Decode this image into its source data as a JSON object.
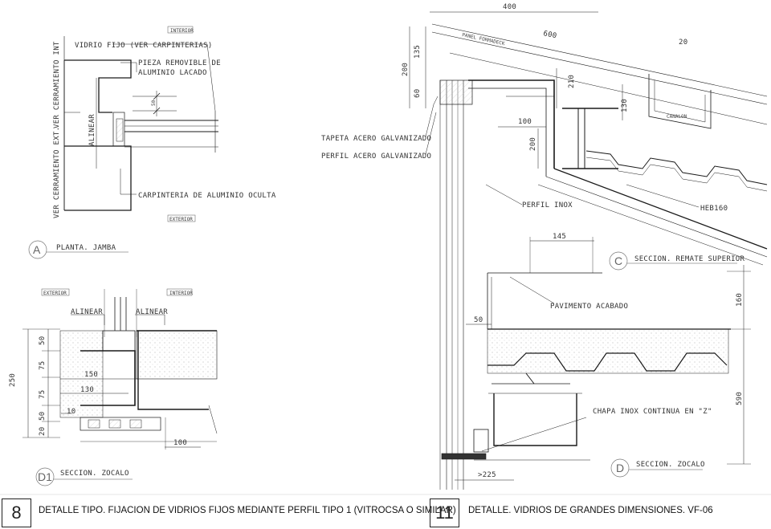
{
  "colors": {
    "line": "#1a1a1a",
    "thin": "#555555",
    "hatch": "#888888"
  },
  "left": {
    "tags": {
      "interior_top": "INTERIOR",
      "exterior_a": "EXTERIOR",
      "exterior_d1": "EXTERIOR",
      "interior_d1": "INTERIOR"
    },
    "labels": {
      "vidrio_fijo": "VIDRIO FIJO (VER CARPINTERIAS)",
      "pieza_1": "PIEZA REMOVIBLE DE",
      "pieza_2": "ALUMINIO LACADO",
      "carpinteria": "CARPINTERIA DE ALUMINIO OCULTA",
      "ver_int": "VER CERRAMIENTO INT",
      "ver_ext": "VER CERRAMIENTO EXT.",
      "alinear_v": "ALINEAR",
      "alinear_1": "ALINEAR",
      "alinear_2": "ALINEAR"
    },
    "dims": {
      "d50a": "50",
      "d250": "250",
      "d50b": "50",
      "d75a": "75",
      "d75b": "75",
      "d50c": "50",
      "d20": "20",
      "d10": "10",
      "d150": "150",
      "d130": "130",
      "d100": "100"
    },
    "callouts": {
      "a_letter": "A",
      "a_title": "PLANTA. JAMBA",
      "d1_letter": "D1",
      "d1_title": "SECCION. ZOCALO"
    }
  },
  "right": {
    "dims": {
      "d400": "400",
      "d600": "600",
      "d20": "20",
      "d200a": "200",
      "d135": "135",
      "d60": "60",
      "d210": "210",
      "d130": "130",
      "d100": "100",
      "d200b": "200",
      "d145": "145",
      "d50": "50",
      "d160": "160",
      "d590": "590",
      "d225": ">225"
    },
    "labels": {
      "panel": "PANEL FORMADECK",
      "canalon": "CANALON",
      "tapeta": "TAPETA ACERO GALVANIZADO",
      "perfil_galv": "PERFIL ACERO GALVANIZADO",
      "perfil_inox": "PERFIL INOX",
      "heb": "HEB160",
      "pavimento": "PAVIMENTO ACABADO",
      "chapa": "CHAPA INOX CONTINUA EN \"Z\""
    },
    "callouts": {
      "c_letter": "C",
      "c_title": "SECCION. REMATE SUPERIOR",
      "d_letter": "D",
      "d_title": "SECCION. ZOCALO"
    }
  },
  "footer": {
    "left_num": "8",
    "left_title": "DETALLE TIPO. FIJACION DE VIDRIOS FIJOS MEDIANTE PERFIL TIPO 1 (VITROCSA O SIMILAR)",
    "right_num": "11",
    "right_title": "DETALLE. VIDRIOS DE GRANDES DIMENSIONES. VF-06"
  }
}
